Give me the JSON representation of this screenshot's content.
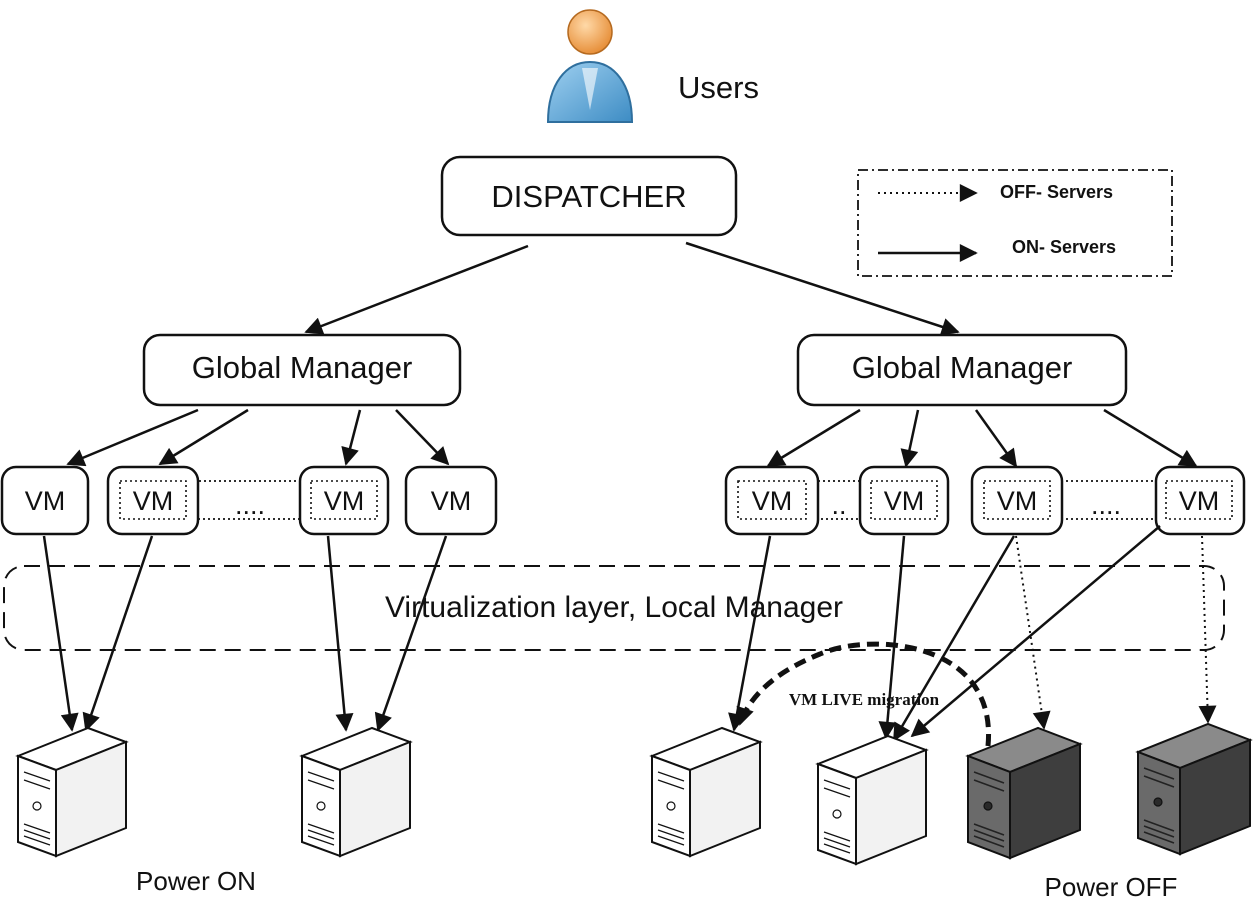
{
  "users": {
    "label": "Users"
  },
  "dispatcher": {
    "label": "DISPATCHER"
  },
  "legend": {
    "off_label": "OFF- Servers",
    "on_label": "ON- Servers"
  },
  "global_managers": [
    {
      "label": "Global Manager"
    },
    {
      "label": "Global Manager"
    }
  ],
  "vms": {
    "label": "VM",
    "ellipsis_left": "....",
    "ellipsis_right_a": "..",
    "ellipsis_right_b": "...."
  },
  "layer": {
    "label": "Virtualization layer, Local Manager"
  },
  "migration": {
    "label": "VM LIVE migration"
  },
  "captions": {
    "power_on": "Power ON",
    "power_off": "Power OFF"
  },
  "colors": {
    "line": "#111111",
    "server_on": "#ffffff",
    "server_off": "#5a5a5a",
    "person_head": "#f0a050",
    "person_body": "#5ea9dc"
  }
}
